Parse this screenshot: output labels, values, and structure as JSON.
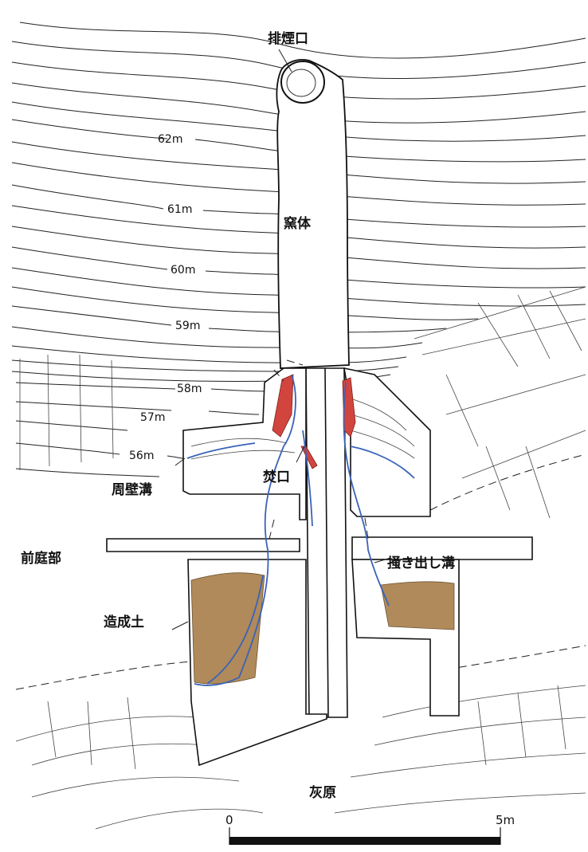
{
  "labels": {
    "chimney": "排煙口",
    "kiln_body": "窯体",
    "firing_mouth": "焚口",
    "perimeter_ditch": "周壁溝",
    "front_yard": "前庭部",
    "raking_ditch": "掻き出し溝",
    "fill_soil": "造成土",
    "ash_area": "灰原"
  },
  "elevations": [
    "62m",
    "61m",
    "60m",
    "59m",
    "58m",
    "57m",
    "56m"
  ],
  "scale": {
    "start": "0",
    "end": "5",
    "unit": "m"
  },
  "colors": {
    "fill_soil": "#b08a5a",
    "burnt_red": "#d2453e",
    "water_blue": "#3a63b8"
  }
}
